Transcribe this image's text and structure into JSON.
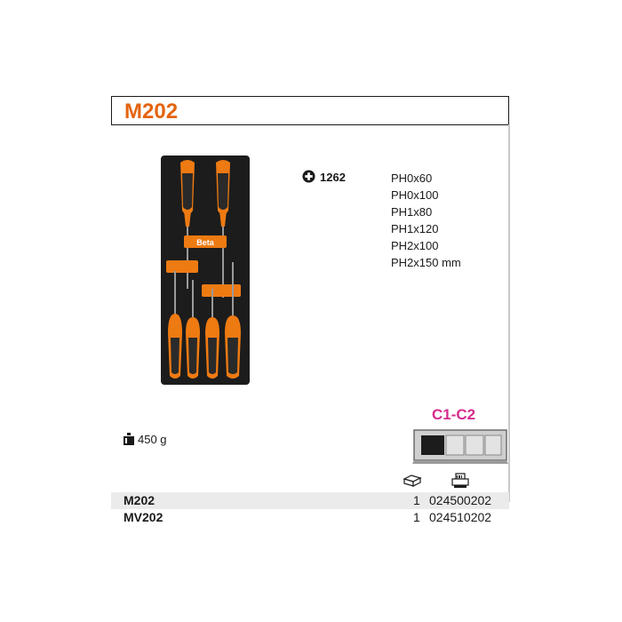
{
  "header": {
    "title": "M202"
  },
  "tray": {
    "brand_label": "Beta"
  },
  "spec": {
    "code": "1262",
    "sizes": [
      "PH0x60",
      "PH0x100",
      "PH1x80",
      "PH1x120",
      "PH2x100",
      "PH2x150 mm"
    ]
  },
  "weight": {
    "value": "450 g"
  },
  "variant": {
    "label": "C1-C2"
  },
  "table": {
    "rows": [
      {
        "code": "M202",
        "qty": "1",
        "ean": "024500202"
      },
      {
        "code": "MV202",
        "qty": "1",
        "ean": "024510202"
      }
    ]
  },
  "colors": {
    "accent": "#e4640f",
    "variant": "#d62a8c",
    "tray": "#1c1c1c",
    "row_highlight": "#ebebeb"
  }
}
